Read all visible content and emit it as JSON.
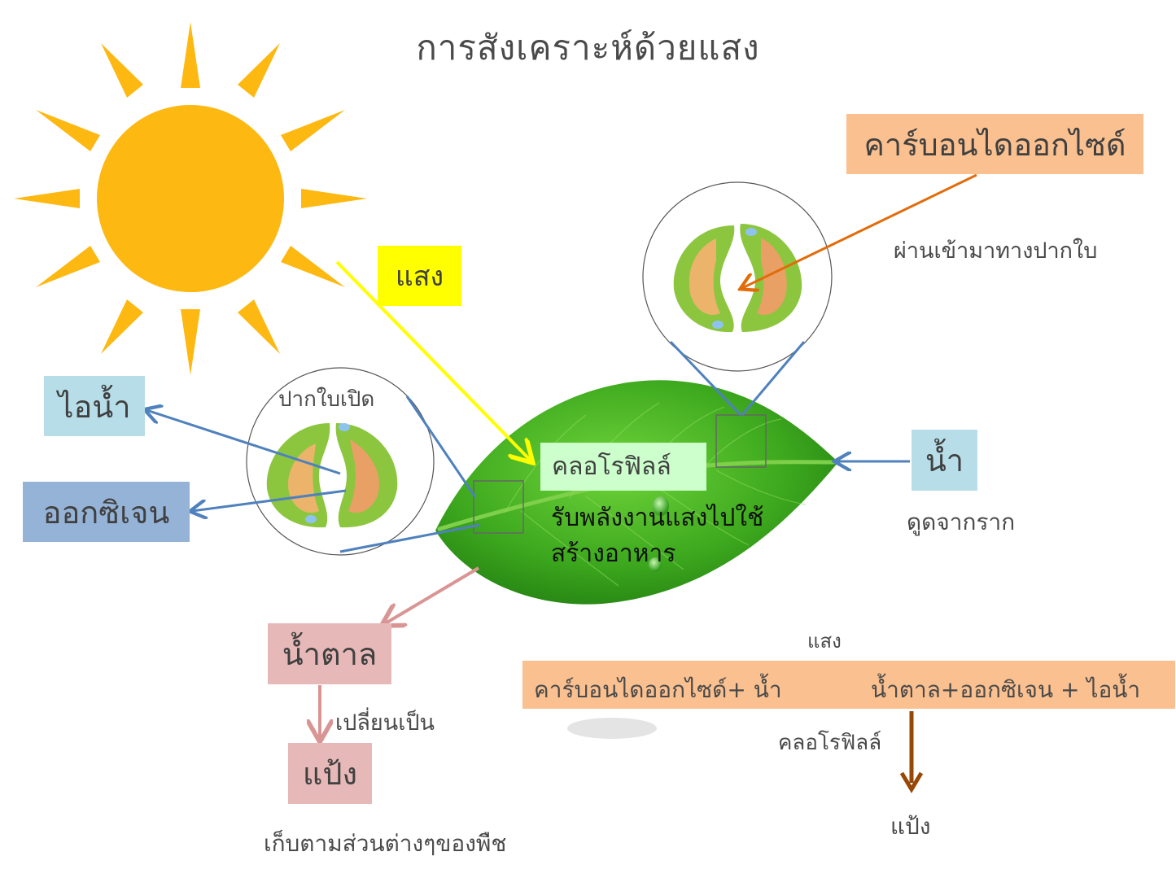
{
  "title": "การสังเคราะห์ด้วยแสง",
  "colors": {
    "sun": "#FDB812",
    "light_box": "#FFFF00",
    "light_arrow": "#FFFF00",
    "water_vapor_box": "#B7DEE8",
    "oxygen_box": "#95B3D7",
    "water_box": "#B7DEE8",
    "co2_box": "#FAC090",
    "co2_arrow": "#E36C0A",
    "chlorophyll_box": "#CCFFCC",
    "sugar_box": "#E6B9B8",
    "starch_box": "#E6B9B8",
    "pink_arrow": "#D99594",
    "blue_arrow": "#4F81BD",
    "equation_box": "#FAC090",
    "equation_arrow": "#974806",
    "leaf": "#3DA81E"
  },
  "labels": {
    "light": "แสง",
    "water_vapor": "ไอน้ำ",
    "oxygen": "ออกซิเจน",
    "stomata_open": "ปากใบเปิด",
    "carbon_dioxide": "คาร์บอนไดออกไซด์",
    "co2_note": "ผ่านเข้ามาทางปากใบ",
    "chlorophyll": "คลอโรฟิลล์",
    "chlorophyll_note_line1": "รับพลังงานแสงไปใช้",
    "chlorophyll_note_line2": "สร้างอาหาร",
    "water": "น้ำ",
    "water_note": "ดูดจากราก",
    "sugar": "น้ำตาล",
    "changes_to": "เปลี่ยนเป็น",
    "starch": "แป้ง",
    "starch_note": "เก็บตามส่วนต่างๆของพืช"
  },
  "equation": {
    "condition_top": "แสง",
    "reactants": "คาร์บอนไดออกไซด์+ น้ำ",
    "products": "น้ำตาล+ออกซิเจน + ไอน้ำ",
    "condition_bottom": "คลอโรฟิลล์",
    "result": "แป้ง"
  }
}
